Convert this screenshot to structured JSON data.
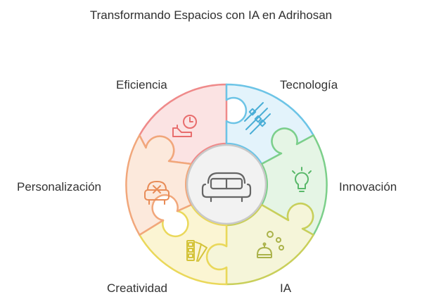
{
  "title": "Transformando Espacios con IA en Adrihosan",
  "center": {
    "icon": "sofa-icon"
  },
  "segments": [
    {
      "id": "eficiencia",
      "label": "Eficiencia",
      "icon": "clock-iron-icon",
      "fill": "#fbe3e3",
      "stroke": "#ef8a8a"
    },
    {
      "id": "tecnologia",
      "label": "Tecnología",
      "icon": "circuit-icon",
      "fill": "#e3f3fb",
      "stroke": "#6cc4e6"
    },
    {
      "id": "innovacion",
      "label": "Innovación",
      "icon": "lightbulb-icon",
      "fill": "#e5f5e5",
      "stroke": "#7ccf8a"
    },
    {
      "id": "ia",
      "label": "IA",
      "icon": "robot-bubbles-icon",
      "fill": "#f5f5d9",
      "stroke": "#c9cf5a"
    },
    {
      "id": "creatividad",
      "label": "Creatividad",
      "icon": "swatches-icon",
      "fill": "#fbf5d3",
      "stroke": "#ead85a"
    },
    {
      "id": "personalizacion",
      "label": "Personalización",
      "icon": "armchair-icon",
      "fill": "#fce9dc",
      "stroke": "#f1a77b"
    }
  ]
}
